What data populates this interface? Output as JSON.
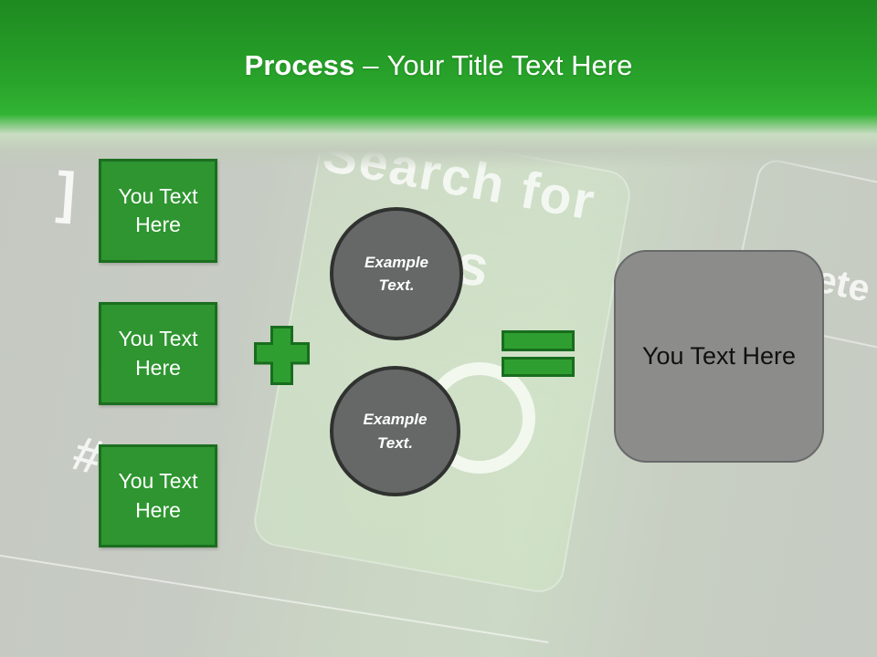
{
  "title": {
    "keyword": "Process",
    "dash": "–",
    "rest": "Your Title Text Here"
  },
  "left_boxes": [
    {
      "label": "You Text Here"
    },
    {
      "label": "You Text Here"
    },
    {
      "label": "You Text Here"
    }
  ],
  "circles": [
    {
      "label": "Example Text."
    },
    {
      "label": "Example Text."
    }
  ],
  "result_box": {
    "label": "You Text Here"
  },
  "background": {
    "bracket_fragment": "]",
    "search_key_text": "Search for",
    "jobs_fragment": "s",
    "delete_key_fragment": "ete",
    "hash_fragment": "#"
  },
  "colors": {
    "header_green_dark": "#1e8a20",
    "header_green_bright": "#31b334",
    "box_fill": "#2e9530",
    "box_border": "#1b6e1f",
    "operator_fill": "#2f9e31",
    "operator_border": "#186d1d",
    "circle_fill": "#666868",
    "circle_border": "#303230",
    "result_fill": "#8c8d8b",
    "result_border": "#68696a",
    "slide_background": "#c6cbc3",
    "title_text": "#ffffff"
  }
}
